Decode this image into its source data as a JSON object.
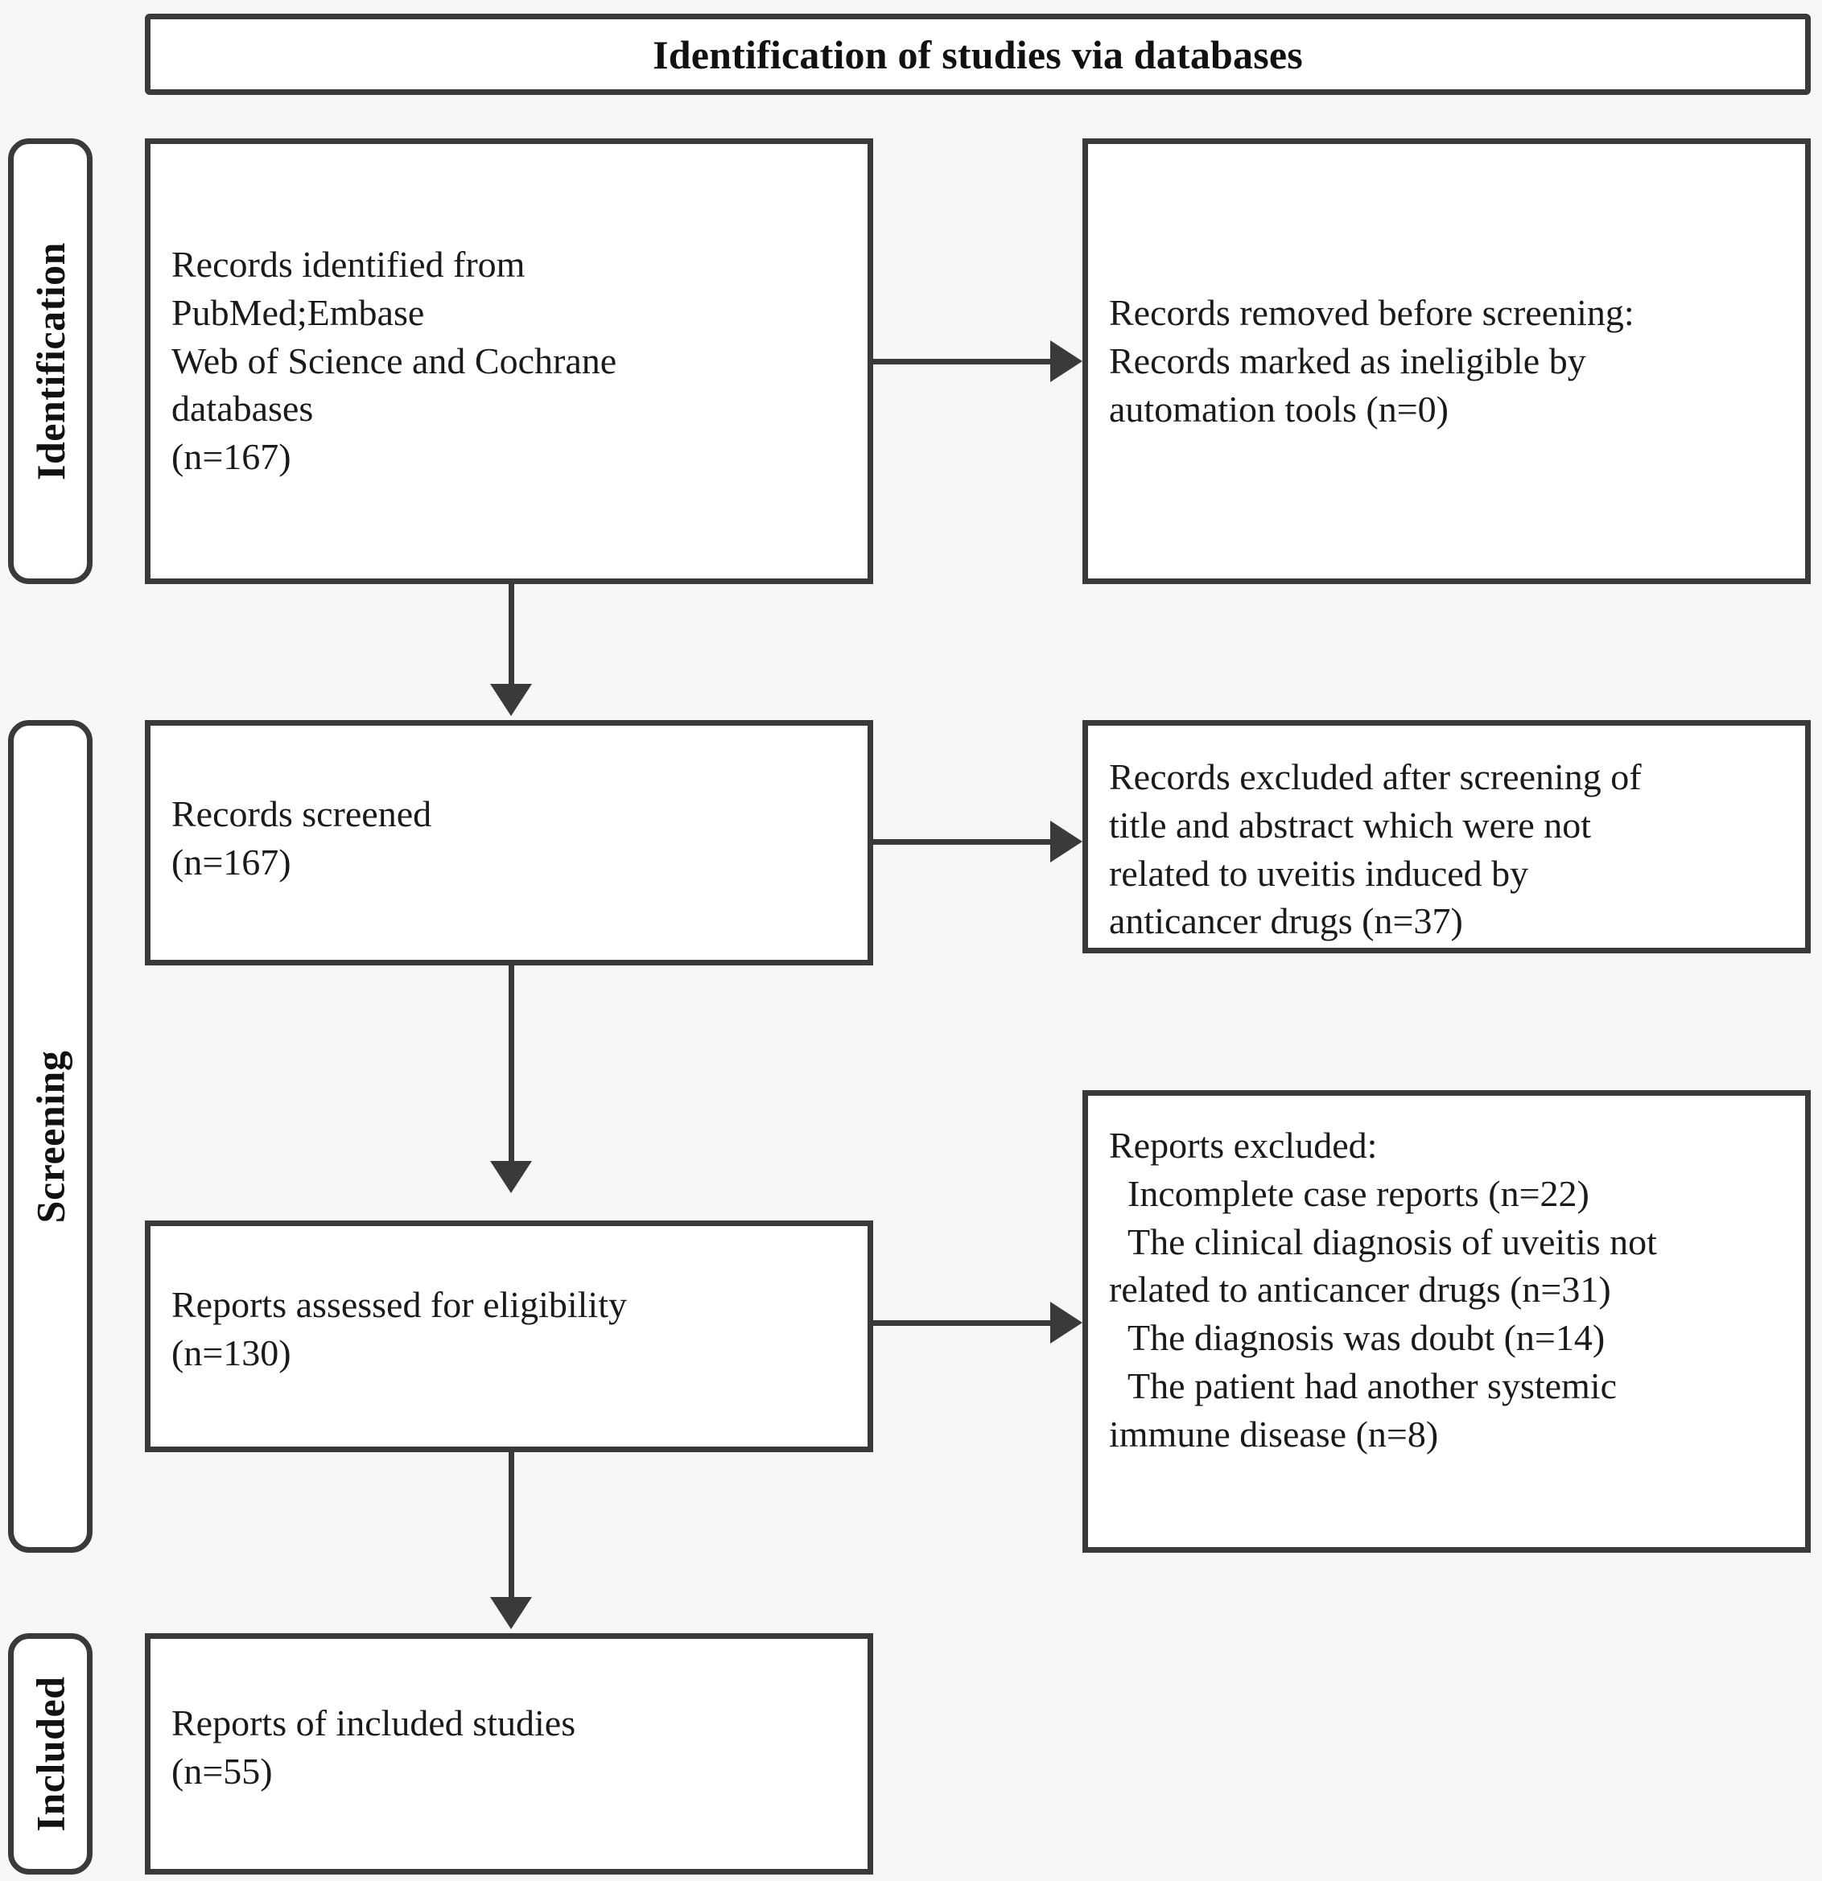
{
  "diagram": {
    "title": "Identification of studies via databases",
    "stages": [
      {
        "id": "identification",
        "label": "Identification"
      },
      {
        "id": "screening",
        "label": "Screening"
      },
      {
        "id": "included",
        "label": "Included"
      }
    ],
    "boxes": {
      "records_identified": {
        "text": "Records identified from\nPubMed;Embase\nWeb of Science and Cochrane\ndatabases\n(n=167)",
        "count_label": "(n=167)",
        "count": 167
      },
      "records_removed": {
        "text": "Records removed before screening:\nRecords marked as ineligible by\nautomation tools (n=0)",
        "count_label": "(n=0)",
        "count": 0
      },
      "records_screened": {
        "text": "Records screened\n(n=167)",
        "count_label": "(n=167)",
        "count": 167
      },
      "records_excluded": {
        "text": "Records excluded after screening of\ntitle and abstract which were not\nrelated to uveitis induced by\nanticancer drugs (n=37)",
        "count_label": "(n=37)",
        "count": 37
      },
      "reports_assessed": {
        "text": "Reports assessed for eligibility\n(n=130)",
        "count_label": "(n=130)",
        "count": 130
      },
      "reports_excluded": {
        "text": "Reports excluded:\n  Incomplete case reports (n=22)\n  The clinical diagnosis of uveitis not\nrelated to anticancer drugs (n=31)\n  The diagnosis was doubt (n=14)\n  The patient had another systemic\nimmune disease (n=8)",
        "heading": "Reports excluded:",
        "reasons": [
          {
            "label": "Incomplete case reports",
            "count_label": "(n=22)",
            "count": 22
          },
          {
            "label": "The clinical diagnosis of uveitis not related to anticancer drugs",
            "count_label": "(n=31)",
            "count": 31
          },
          {
            "label": "The diagnosis was doubt",
            "count_label": "(n=14)",
            "count": 14
          },
          {
            "label": "The patient had another systemic immune disease",
            "count_label": "(n=8)",
            "count": 8
          }
        ]
      },
      "reports_included": {
        "text": "Reports of included studies\n(n=55)",
        "count_label": "(n=55)",
        "count": 55
      }
    },
    "colors": {
      "border": "#3a3a3a",
      "background": "#f7f7f7",
      "box_fill": "#ffffff",
      "text": "#1a1a1a"
    }
  }
}
